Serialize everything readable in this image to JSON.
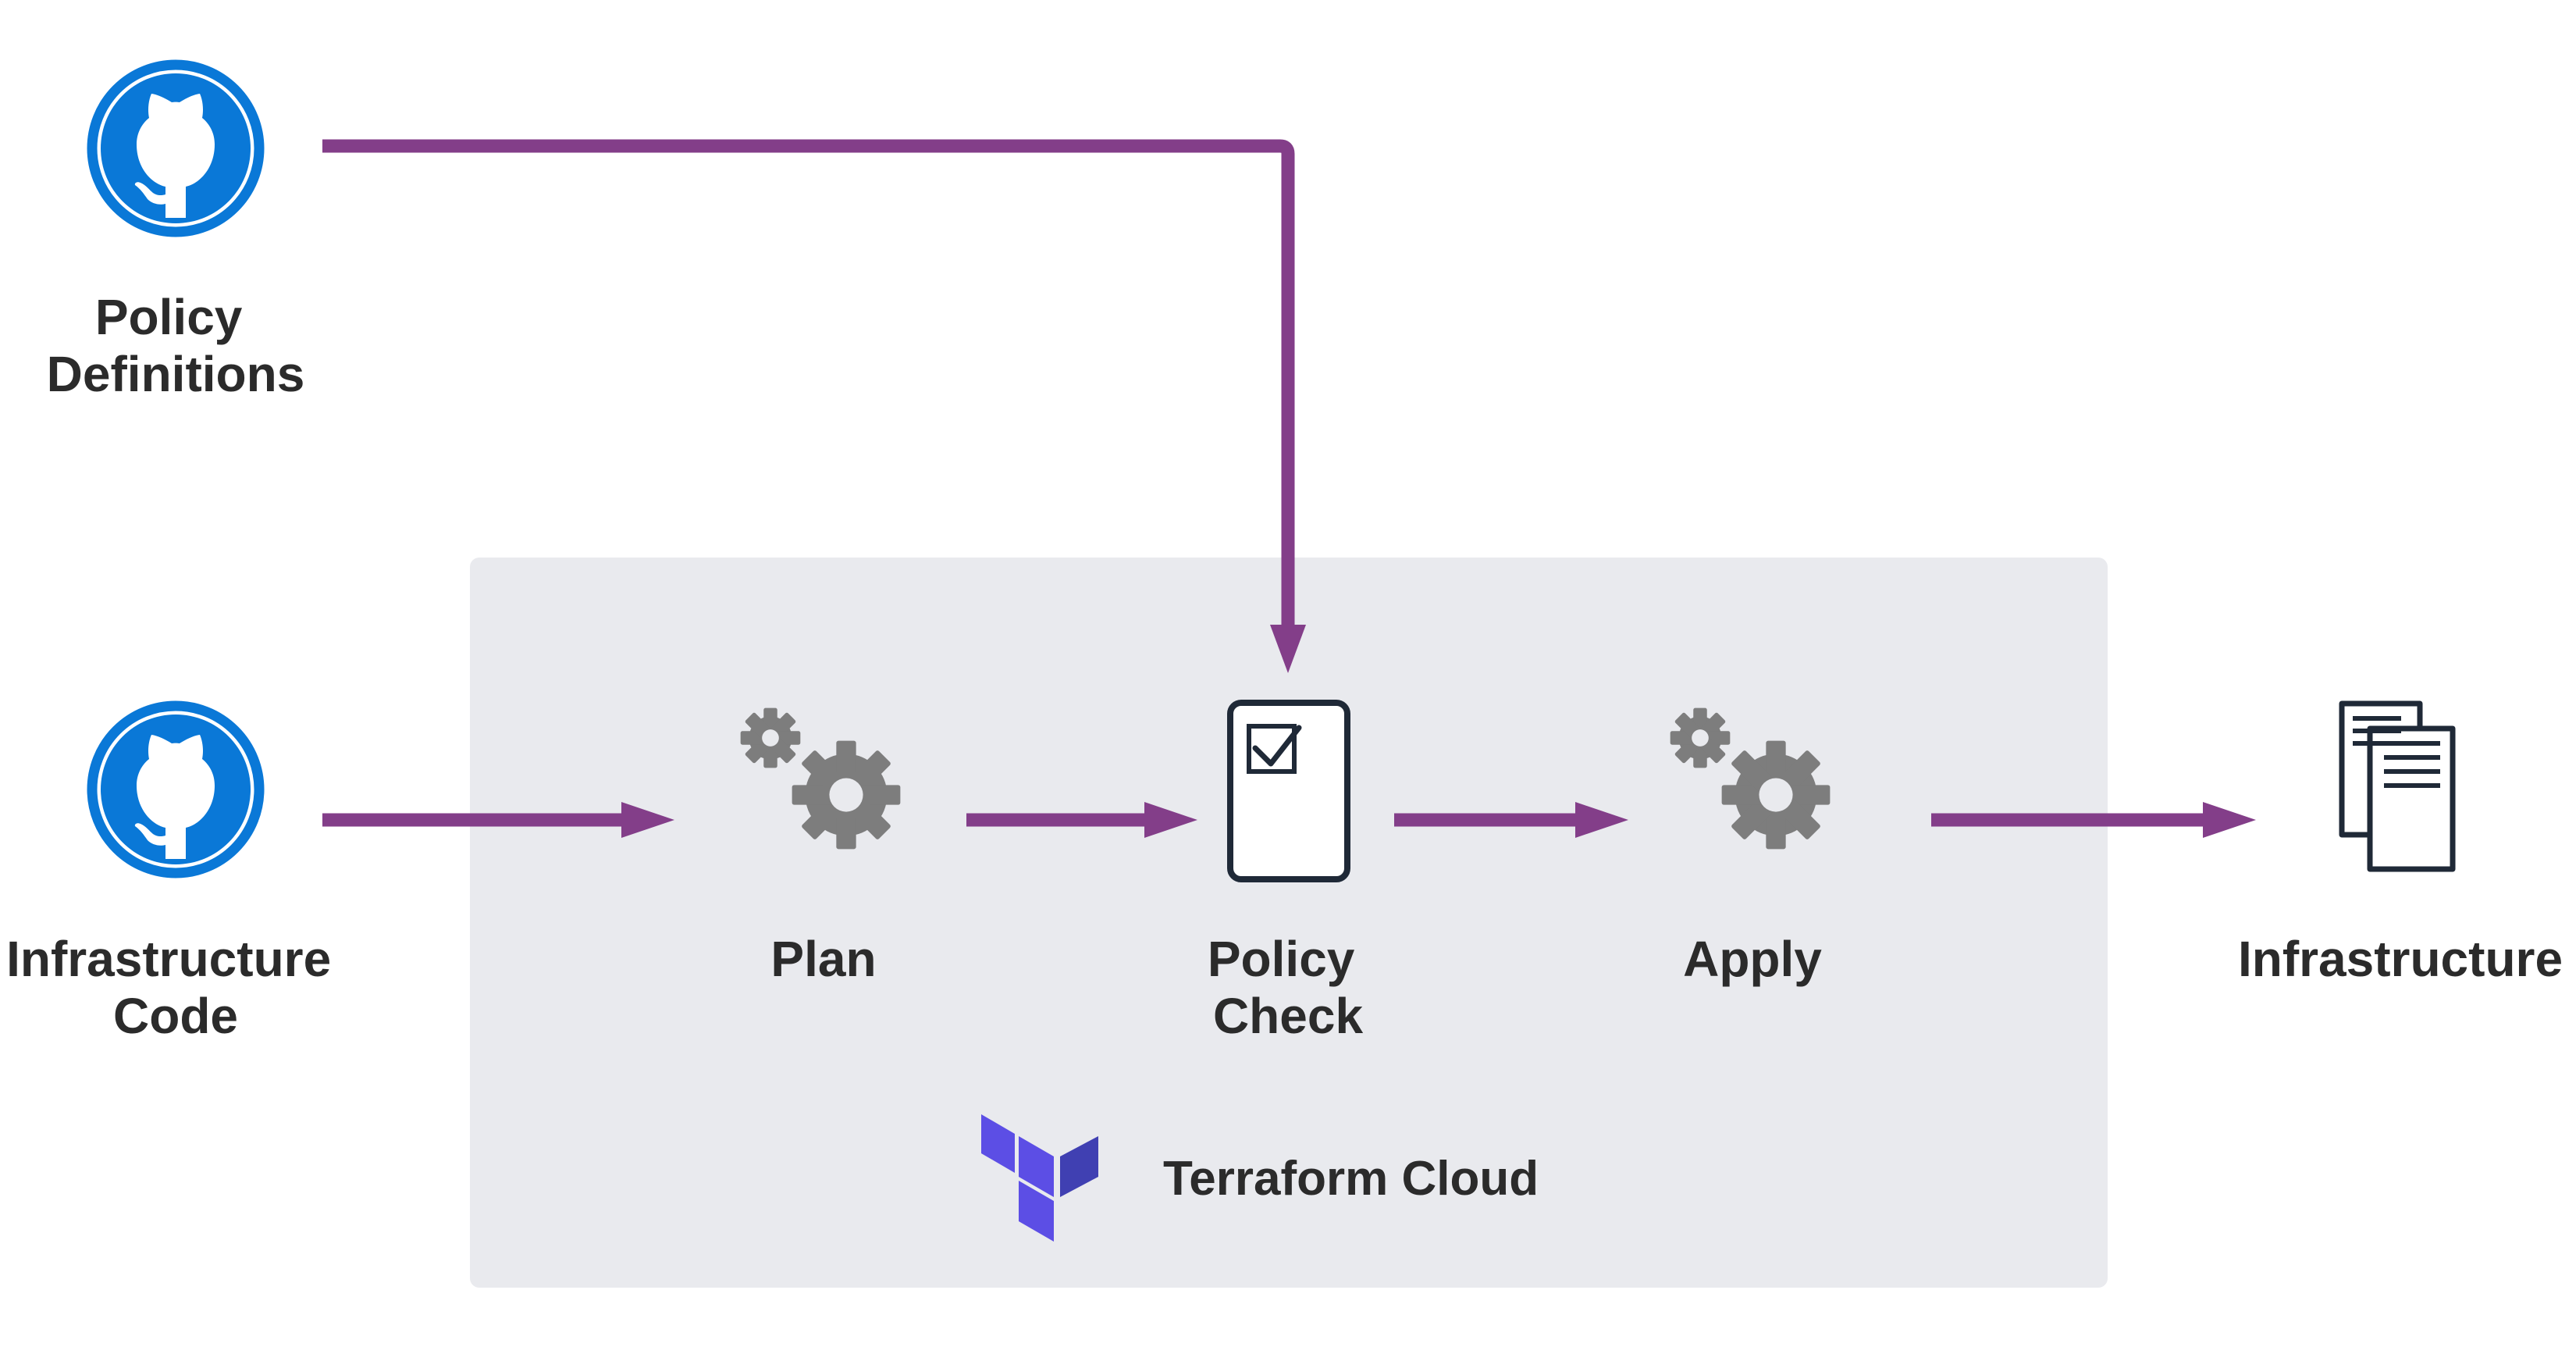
{
  "colors": {
    "github_blue": "#0a78d7",
    "arrow_purple": "#833e89",
    "panel_gray": "#e9eaee",
    "gear_gray": "#7d7d7d",
    "text_dark": "#2b2b2b",
    "terraform_purple": "#5c4ee5",
    "terraform_purple_dark": "#4040b2",
    "document_dark": "#1f2937"
  },
  "nodes": {
    "policy_definitions": {
      "icon": "github-icon",
      "label_line1": "Policy",
      "label_line2": "Definitions"
    },
    "infrastructure_code": {
      "icon": "github-icon",
      "label_line1": "Infrastructure",
      "label_line2": "Code"
    },
    "plan": {
      "icon": "gears-icon",
      "label": "Plan"
    },
    "policy_check": {
      "icon": "checklist-icon",
      "label_line1": "Policy",
      "label_line2": "Check"
    },
    "apply": {
      "icon": "gears-icon",
      "label": "Apply"
    },
    "infrastructure": {
      "icon": "documents-icon",
      "label": "Infrastructure"
    }
  },
  "terraform_cloud": {
    "icon": "terraform-logo-icon",
    "label": "Terraform Cloud"
  }
}
